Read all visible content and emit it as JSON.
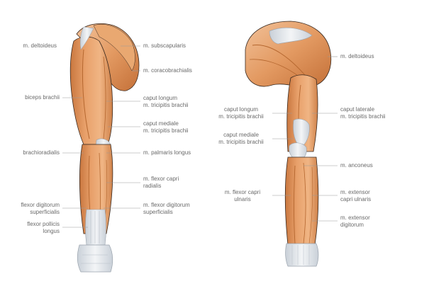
{
  "colors": {
    "muscle": "#e8a06a",
    "muscle_shadow": "#c9773f",
    "muscle_light": "#f2c29a",
    "tendon": "#dfe4ea",
    "tendon_line": "#b8c0c9",
    "outline": "#3a2a20",
    "leader": "#9a9a9a",
    "label": "#6a6a6a"
  },
  "left_figure": {
    "labels": {
      "deltoideus": "m. deltoideus",
      "subscapularis": "m. subscapularis",
      "coracobrachialis": "m. coracobrachialis",
      "biceps": "biceps brachii",
      "caput_longum_1": "caput longum",
      "caput_longum_2": "m. tricipitis brachii",
      "caput_mediale_1": "caput mediale",
      "caput_mediale_2": "m. tricipitis brachii",
      "brachioradialis": "brachioradialis",
      "palmaris": "m. palmaris longus",
      "flexor_carpi_1": "m. flexor capri",
      "flexor_carpi_2": "radialis",
      "flexor_dig_left_1": "flexor digitorum",
      "flexor_dig_left_2": "superficialis",
      "flexor_dig_right_1": "m. flexor digitorum",
      "flexor_dig_right_2": "superficialis",
      "flexor_pollicis_1": "flexor pollicis",
      "flexor_pollicis_2": "longus"
    }
  },
  "right_figure": {
    "labels": {
      "deltoideus": "m. deltoideus",
      "caput_longum_1": "caput longum",
      "caput_longum_2": "m. tricipitis brachii",
      "caput_laterale_1": "caput laterale",
      "caput_laterale_2": "m. tricipitis brachii",
      "caput_mediale_1": "caput mediale",
      "caput_mediale_2": "m. tricipitis brachii",
      "anconeus": "m. anconeus",
      "flexor_carpi_1": "m. flexor capri",
      "flexor_carpi_2": "ulnaris",
      "ext_carpi_1": "m. extensor",
      "ext_carpi_2": "capri ulnaris",
      "ext_dig_1": "m. extensor",
      "ext_dig_2": "digitorum"
    }
  }
}
